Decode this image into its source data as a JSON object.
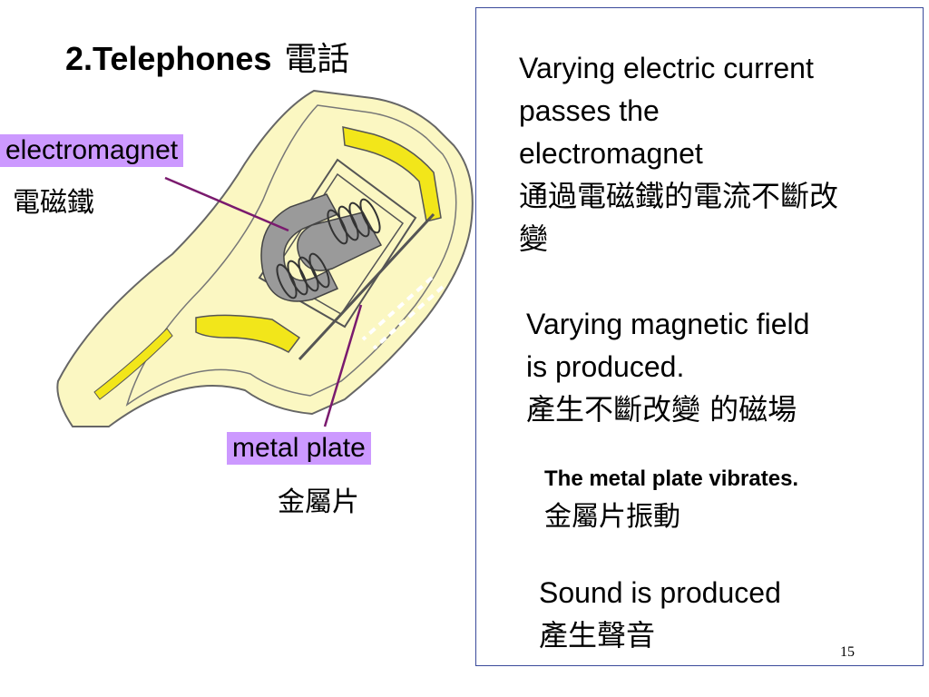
{
  "slide": {
    "title_en": "2.Telephones",
    "title_zh": "電話",
    "page_number": "15"
  },
  "diagram": {
    "electromagnet_label_en": "electromagnet",
    "electromagnet_label_zh": "電磁鐵",
    "metal_plate_label_en": "metal plate",
    "metal_plate_label_zh": "金屬片",
    "colors": {
      "casing_fill": "#fbf7c2",
      "casing_stroke": "#666666",
      "yellow_accent": "#f2e61a",
      "magnet_gray": "#9a9a9a",
      "label_bg": "#cc99ff",
      "pointer_line": "#7a1a6e"
    }
  },
  "steps": [
    {
      "en_lines": [
        "Varying electric current",
        "passes the",
        "electromagnet"
      ],
      "zh_lines": [
        "通過電磁鐵的電流不斷改",
        "變"
      ]
    },
    {
      "en_lines": [
        "Varying magnetic field",
        "is produced."
      ],
      "zh_lines": [
        "產生不斷改變 的磁場"
      ]
    },
    {
      "en_lines": [
        "The metal plate vibrates."
      ],
      "zh_lines": [
        "金屬片振動"
      ]
    },
    {
      "en_lines": [
        "Sound is produced"
      ],
      "zh_lines": [
        "產生聲音"
      ]
    }
  ]
}
